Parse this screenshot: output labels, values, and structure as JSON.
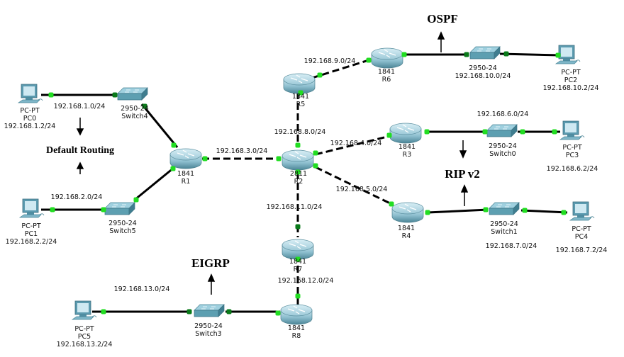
{
  "diagram": {
    "protocols": {
      "default_routing": "Default Routing",
      "ospf": "OSPF",
      "rip": "RIP v2",
      "eigrp": "EIGRP"
    },
    "colors": {
      "link": "#000000",
      "port_up": "#22dd22",
      "port_switch": "#0a7a1a",
      "device": "#6aa8bb"
    },
    "devices": {
      "pc0": {
        "model": "PC-PT",
        "name": "PC0",
        "ip": "192.168.1.2/24"
      },
      "pc1": {
        "model": "PC-PT",
        "name": "PC1",
        "ip": "192.168.2.2/24"
      },
      "pc2": {
        "model": "PC-PT",
        "name": "PC2",
        "ip": "192.168.10.2/24"
      },
      "pc3": {
        "model": "PC-PT",
        "name": "PC3",
        "ip": "192.168.6.2/24"
      },
      "pc4": {
        "model": "PC-PT",
        "name": "PC4",
        "ip": "192.168.7.2/24"
      },
      "pc5": {
        "model": "PC-PT",
        "name": "PC5",
        "ip": "192.168.13.2/24"
      },
      "switch4": {
        "model": "2950-24",
        "name": "Switch4"
      },
      "switch5": {
        "model": "2950-24",
        "name": "Switch5"
      },
      "switch_r6": {
        "model": "2950-24",
        "name": "192.168.10.0/24"
      },
      "switch0": {
        "model": "2950-24",
        "name": "Switch0"
      },
      "switch1": {
        "model": "2950-24",
        "name": "Switch1"
      },
      "switch3": {
        "model": "2950-24",
        "name": "Switch3"
      },
      "r1": {
        "model": "1841",
        "name": "R1"
      },
      "r2": {
        "model": "2811",
        "name": "R2"
      },
      "r3": {
        "model": "1841",
        "name": "R3"
      },
      "r4": {
        "model": "1841",
        "name": "R4"
      },
      "r5": {
        "model": "1841",
        "name": "R5"
      },
      "r6": {
        "model": "1841",
        "name": "R6"
      },
      "r7": {
        "model": "1841",
        "name": "R7"
      },
      "r8": {
        "model": "1841",
        "name": "R8"
      }
    },
    "networks": {
      "n1": "192.168.1.0/24",
      "n2": "192.168.2.0/24",
      "n3": "192.168.3.0/24",
      "n4": "192.168.4.0/24",
      "n5": "192.168.5.0/24",
      "n6": "192.168.6.0/24",
      "n7": "192.168.7.0/24",
      "n8": "192.168.8.0/24",
      "n9": "192.168.9.0/24",
      "n11": "192.168.11.0/24",
      "n12": "192.168.12.0/24",
      "n13": "192.168.13.0/24"
    }
  }
}
